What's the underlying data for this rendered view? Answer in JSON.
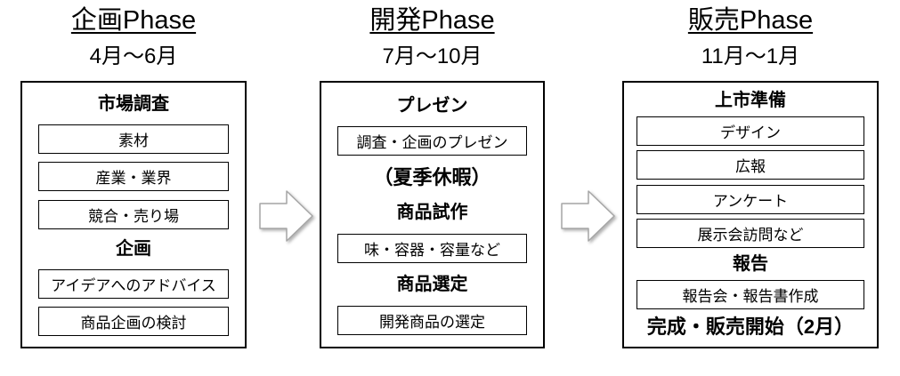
{
  "phases": [
    {
      "title": "企画Phase",
      "period": "4月～6月",
      "sections": [
        {
          "header": "市場調査",
          "items": [
            "素材",
            "産業・業界",
            "競合・売り場"
          ]
        },
        {
          "header": "企画",
          "items": [
            "アイデアへのアドバイス",
            "商品企画の検討"
          ]
        }
      ]
    },
    {
      "title": "開発Phase",
      "period": "7月～10月",
      "sections": [
        {
          "header": "プレゼン",
          "items": [
            "調査・企画のプレゼン"
          ]
        },
        {
          "header": "（夏季休暇）",
          "items": []
        },
        {
          "header": "商品試作",
          "items": [
            "味・容器・容量など"
          ]
        },
        {
          "header": "商品選定",
          "items": [
            "開発商品の選定"
          ]
        }
      ]
    },
    {
      "title": "販売Phase",
      "period": "11月～1月",
      "sections": [
        {
          "header": "上市準備",
          "items": [
            "デザイン",
            "広報",
            "アンケート",
            "展示会訪問など"
          ]
        },
        {
          "header": "報告",
          "items": [
            "報告会・報告書作成"
          ]
        },
        {
          "header": "完成・販売開始（2月）",
          "items": []
        }
      ]
    }
  ],
  "arrows": [
    {
      "icon": "right-arrow-icon"
    },
    {
      "icon": "right-arrow-icon"
    }
  ],
  "colors": {
    "background": "#ffffff",
    "text": "#000000",
    "box_border": "#000000",
    "arrow_outline": "#a6a6a6",
    "arrow_fill": "#ffffff"
  }
}
